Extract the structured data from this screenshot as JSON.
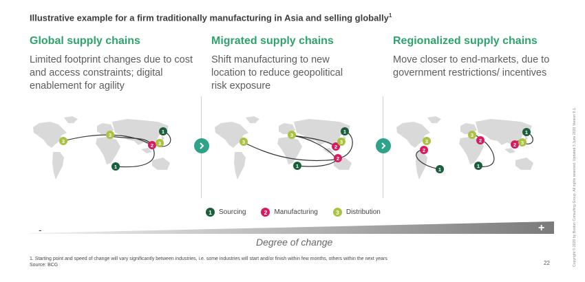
{
  "header": {
    "subtitle": "Illustrative example for a firm traditionally manufacturing in Asia and selling globally",
    "subtitle_sup": "1"
  },
  "columns": [
    {
      "title": "Global supply chains",
      "description": "Limited footprint changes due to cost and access constraints; digital enablement for agility"
    },
    {
      "title": "Migrated supply chains",
      "description": "Shift manufacturing to new location to reduce geopolitical risk exposure"
    },
    {
      "title": "Regionalized supply chains",
      "description": "Move closer to end-markets, due to government restrictions/ incentives"
    }
  ],
  "legend": [
    {
      "number": "1",
      "label": "Sourcing",
      "color": "#1b5e3c"
    },
    {
      "number": "2",
      "label": "Manufacturing",
      "color": "#d81b60"
    },
    {
      "number": "3",
      "label": "Distribution",
      "color": "#a9c23f"
    }
  ],
  "scale": {
    "minus": "-",
    "plus": "+",
    "label": "Degree of change"
  },
  "footnote": {
    "line1": "1. Starting point and speed of change will vary significantly between industries, i.e. some industries will start and/or finish within few months, others within the next years",
    "line2": "Source: BCG"
  },
  "page_number": "22",
  "side_note": "Copyright © 2020 by Boston Consulting Group. All rights reserved. Updated 3 June 2020 Version 9.1.",
  "colors": {
    "accent": "#2ea36b",
    "sourcing": "#1b5e3c",
    "manufacturing": "#d81b60",
    "distribution": "#a9c23f",
    "arrow": "#2ea38a"
  }
}
